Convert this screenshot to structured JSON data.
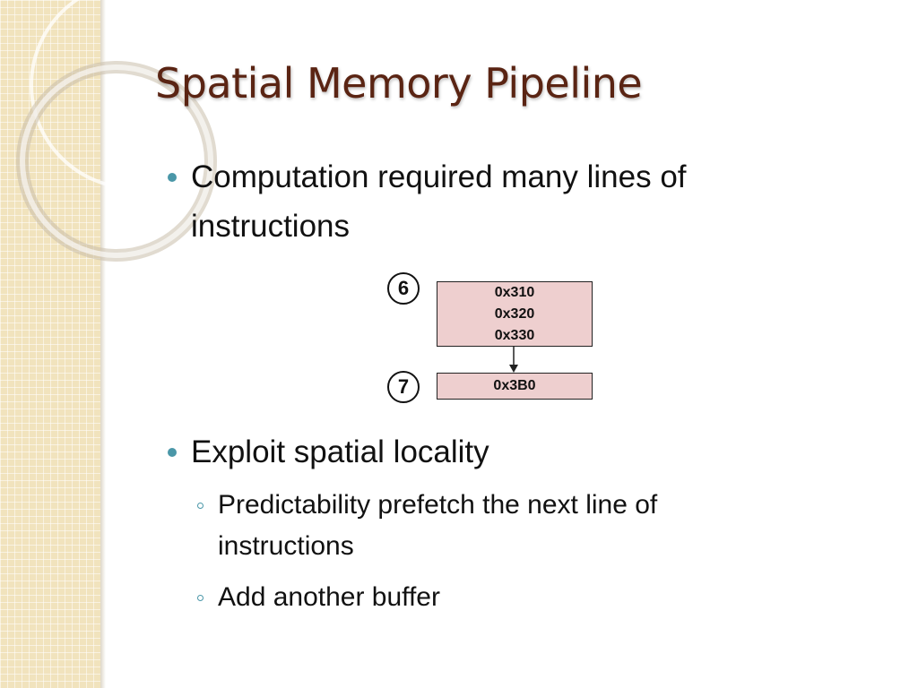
{
  "slide": {
    "title": "Spatial Memory Pipeline",
    "bullets": [
      {
        "text_line1": "Computation required many lines of",
        "text_line2": "instructions"
      },
      {
        "text": "Exploit spatial locality",
        "sub": [
          {
            "text_line1": "Predictability prefetch the next line of",
            "text_line2": "instructions"
          },
          {
            "text": "Add another buffer"
          }
        ]
      }
    ]
  },
  "diagram": {
    "steps": [
      {
        "number": "6",
        "addresses": [
          "0x310",
          "0x320",
          "0x330"
        ]
      },
      {
        "number": "7",
        "addresses": [
          "0x3B0"
        ]
      }
    ]
  },
  "colors": {
    "title": "#5a2413",
    "bullet_marker": "#4a97a8",
    "box_fill": "#eecfcf",
    "side_band": "#f1e3bd"
  }
}
